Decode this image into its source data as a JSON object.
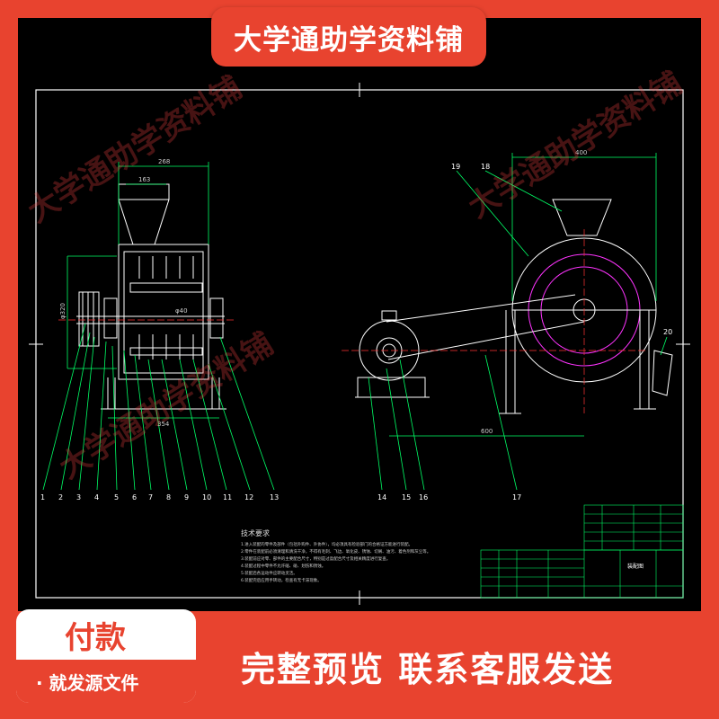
{
  "banner_top": "大学通助学资料铺",
  "watermarks": [
    "大学通助学资料铺",
    "大学通助学资料铺",
    "大学通助学资料铺"
  ],
  "drawing": {
    "dims": {
      "top_width": "268",
      "top_inner": "163",
      "left_height": "φ320",
      "shaft": "φ40",
      "base_width": "354",
      "right_top": "400",
      "right_base": "600"
    },
    "part_numbers_left": [
      "1",
      "2",
      "3",
      "4",
      "5",
      "6",
      "7",
      "8",
      "9",
      "10",
      "11",
      "12",
      "13"
    ],
    "part_numbers_right": [
      "14",
      "15",
      "16",
      "17"
    ],
    "callouts_top_right": [
      "19",
      "18"
    ],
    "callout_side": "20",
    "notes_title": "技术要求",
    "notes": [
      "1.进入装配的零件及部件（包括外购件、外协件），均必须具有检验部门的合格证方能进行装配。",
      "2.零件在装配前必须清理和清洗干净，不得有毛刺、飞边、氧化皮、锈蚀、切屑、油污、着色剂和灰尘等。",
      "3.装配前应对零、部件的主要配合尺寸，特别是过盈配合尺寸及相关精度进行复查。",
      "4.装配过程中零件不允许磕、碰、划伤和锈蚀。",
      "5.装配后各运动件应转动灵活。",
      "6.装配完后应用手转动，检查有无卡滞现象。"
    ],
    "title_block_label": "装配图"
  },
  "pay_card": {
    "title": "付款",
    "subtitle": "· 就发源文件"
  },
  "bottom_text": "完整预览  联系客服发送",
  "colors": {
    "brand_red": "#e8432f",
    "cad_green": "#00ff66",
    "cad_white": "#ffffff",
    "cad_magenta": "#ff33ff",
    "cad_red": "#ff3333"
  }
}
